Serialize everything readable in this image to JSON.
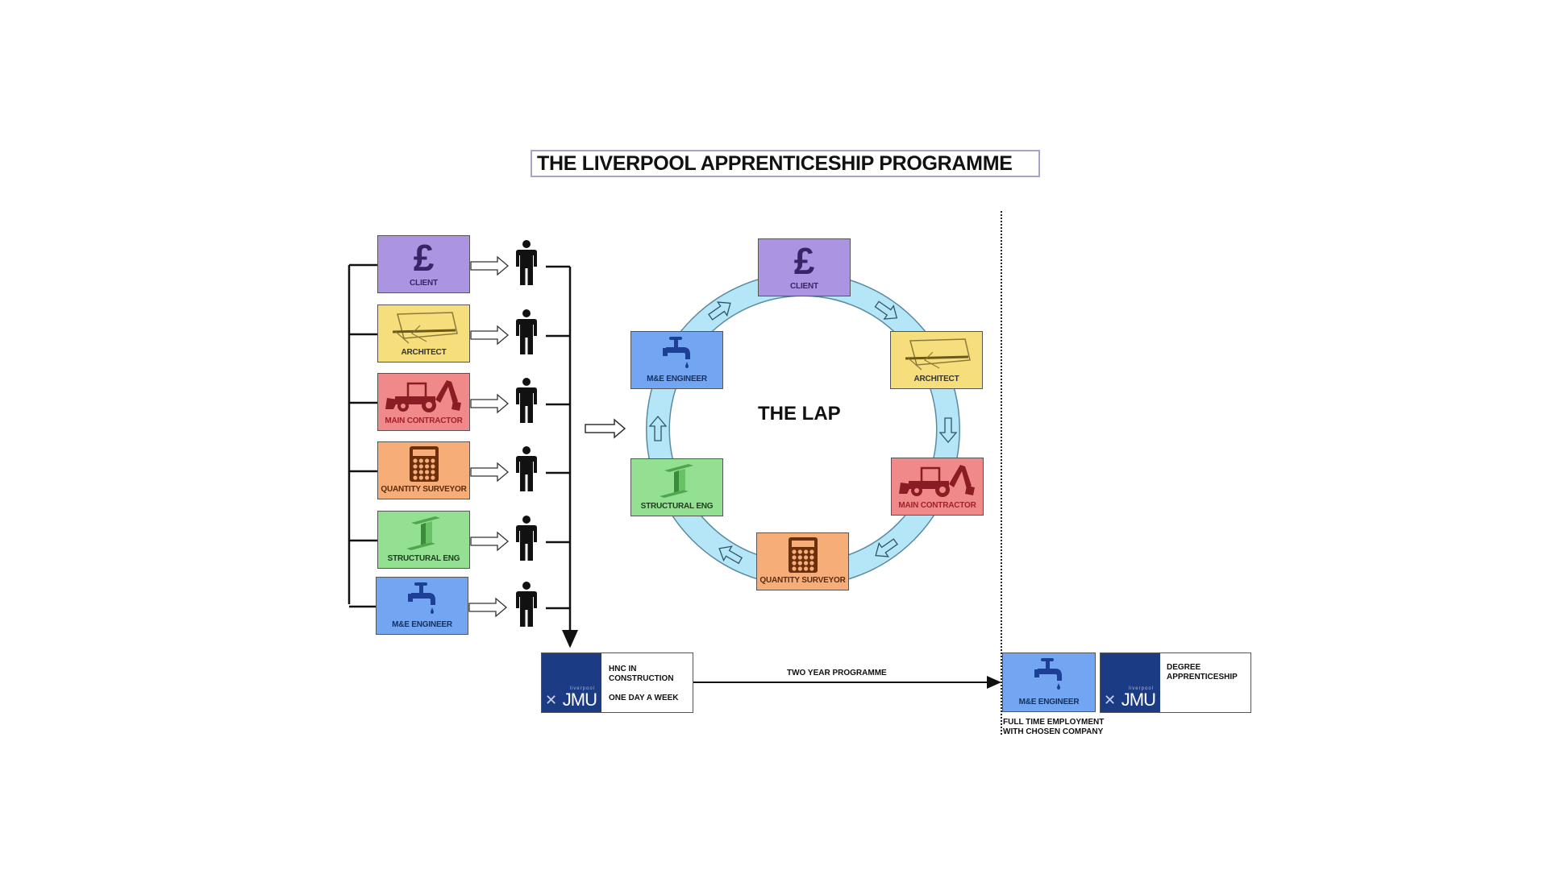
{
  "title": "THE LIVERPOOL APPRENTICESHIP PROGRAMME",
  "roles": [
    {
      "key": "client",
      "label": "CLIENT",
      "icon": "pound-icon"
    },
    {
      "key": "architect",
      "label": "ARCHITECT",
      "icon": "drafting-table-icon"
    },
    {
      "key": "contractor",
      "label": "MAIN CONTRACTOR",
      "icon": "backhoe-loader-icon"
    },
    {
      "key": "qs",
      "label": "QUANTITY SURVEYOR",
      "icon": "calculator-icon"
    },
    {
      "key": "struct",
      "label": "STRUCTURAL ENG",
      "icon": "steel-beam-icon"
    },
    {
      "key": "me",
      "label": "M&E ENGINEER",
      "icon": "water-tap-icon"
    }
  ],
  "pound_symbol": "£",
  "lap": {
    "title": "THE LAP",
    "cycle_order": [
      "CLIENT",
      "ARCHITECT",
      "MAIN CONTRACTOR",
      "QUANTITY SURVEYOR",
      "STRUCTURAL ENG",
      "M&E ENGINEER"
    ]
  },
  "hnc": {
    "line1": "HNC IN",
    "line2": "CONSTRUCTION",
    "line3": "ONE DAY A WEEK"
  },
  "programme_label": "TWO YEAR PROGRAMME",
  "outcome": {
    "role_label": "M&E ENGINEER",
    "caption_line1": "FULL TIME EMPLOYMENT",
    "caption_line2": "WITH CHOSEN COMPANY",
    "degree_line1": "DEGREE",
    "degree_line2": "APPRENTICESHIP"
  },
  "jmu": {
    "name": "JMU",
    "small": "liverpool"
  },
  "colors": {
    "ring": "#b5e6f7",
    "jmu_blue": "#1b3b84"
  }
}
